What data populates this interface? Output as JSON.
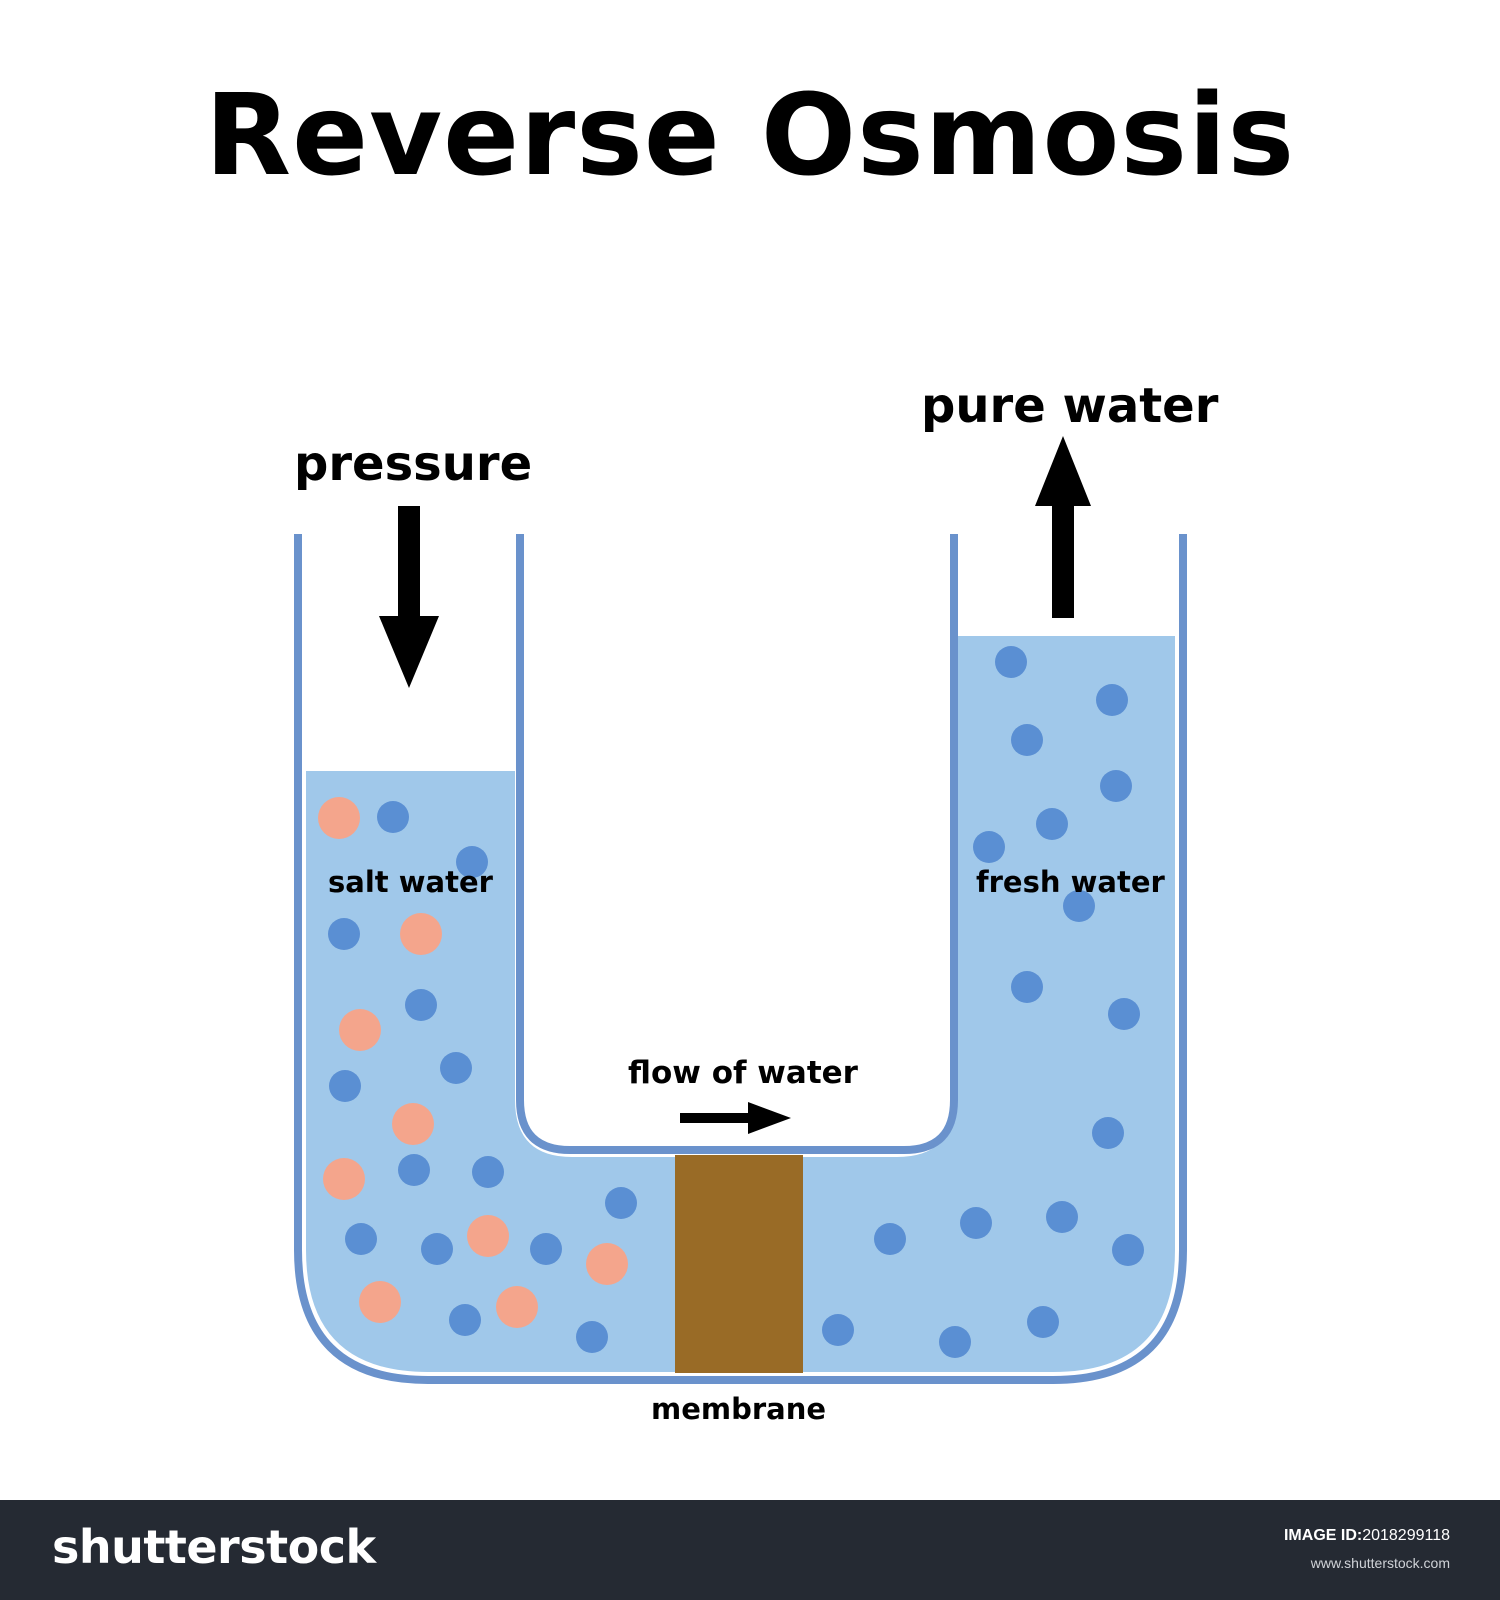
{
  "title": "Reverse Osmosis",
  "labels": {
    "pressure": "pressure",
    "pure_water": "pure water",
    "salt_water": "salt water",
    "fresh_water": "fresh water",
    "flow_of_water": "flow of water",
    "membrane": "membrane"
  },
  "colors": {
    "water": "#a0c8ea",
    "tube_wall": "#6a92cc",
    "water_molecule": "#5a8fd3",
    "salt_particle": "#f4a58c",
    "membrane": "#996b26",
    "arrow": "#000000",
    "footer_bg": "#252a33"
  },
  "footer": {
    "brand": "shutterstock",
    "image_id_label": "IMAGE ID:",
    "image_id": "2018299118",
    "url": "www.shutterstock.com"
  }
}
